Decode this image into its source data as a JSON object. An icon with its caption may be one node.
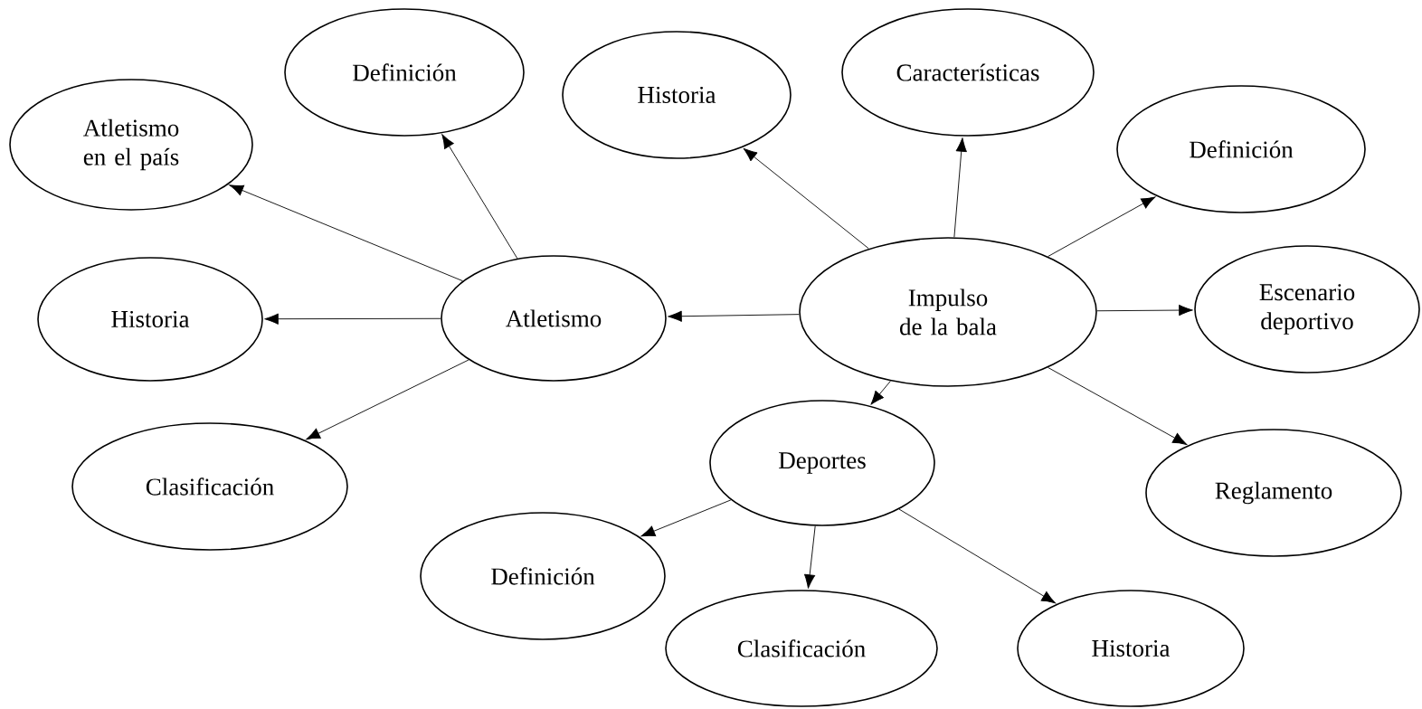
{
  "diagram": {
    "nodes": [
      {
        "text": [
          "Impulso de la bala"
        ]
      },
      {
        "text": [
          "Atletismo"
        ]
      },
      {
        "text": [
          "Deportes"
        ]
      },
      {
        "text": [
          "Definición"
        ]
      },
      {
        "text": [
          "Atletismo en el país"
        ]
      },
      {
        "text": [
          "Historia"
        ]
      },
      {
        "text": [
          "Clasificación"
        ]
      },
      {
        "text": [
          "Historia"
        ]
      },
      {
        "text": [
          "Características"
        ]
      },
      {
        "text": [
          "Definición"
        ]
      },
      {
        "text": [
          "Escenario deportivo"
        ]
      },
      {
        "text": [
          "Reglamento"
        ]
      },
      {
        "text": [
          "Definición"
        ]
      },
      {
        "text": [
          "Clasificación"
        ]
      },
      {
        "text": [
          "Historia"
        ]
      }
    ],
    "edges": [
      {
        "from": 0,
        "to": 1,
        "arrow": "to"
      },
      {
        "from": 0,
        "to": 7,
        "arrow": "to"
      },
      {
        "from": 0,
        "to": 8,
        "arrow": "to"
      },
      {
        "from": 0,
        "to": 9,
        "arrow": "to"
      },
      {
        "from": 0,
        "to": 10,
        "arrow": "to"
      },
      {
        "from": 0,
        "to": 11,
        "arrow": "to"
      },
      {
        "from": 0,
        "to": 2,
        "arrow": "to"
      },
      {
        "from": 1,
        "to": 3,
        "arrow": "to"
      },
      {
        "from": 1,
        "to": 4,
        "arrow": "to"
      },
      {
        "from": 1,
        "to": 5,
        "arrow": "to"
      },
      {
        "from": 1,
        "to": 6,
        "arrow": "to"
      },
      {
        "from": 2,
        "to": 12,
        "arrow": "to"
      },
      {
        "from": 2,
        "to": 13,
        "arrow": "to"
      },
      {
        "from": 2,
        "to": 14,
        "arrow": "to"
      }
    ]
  }
}
